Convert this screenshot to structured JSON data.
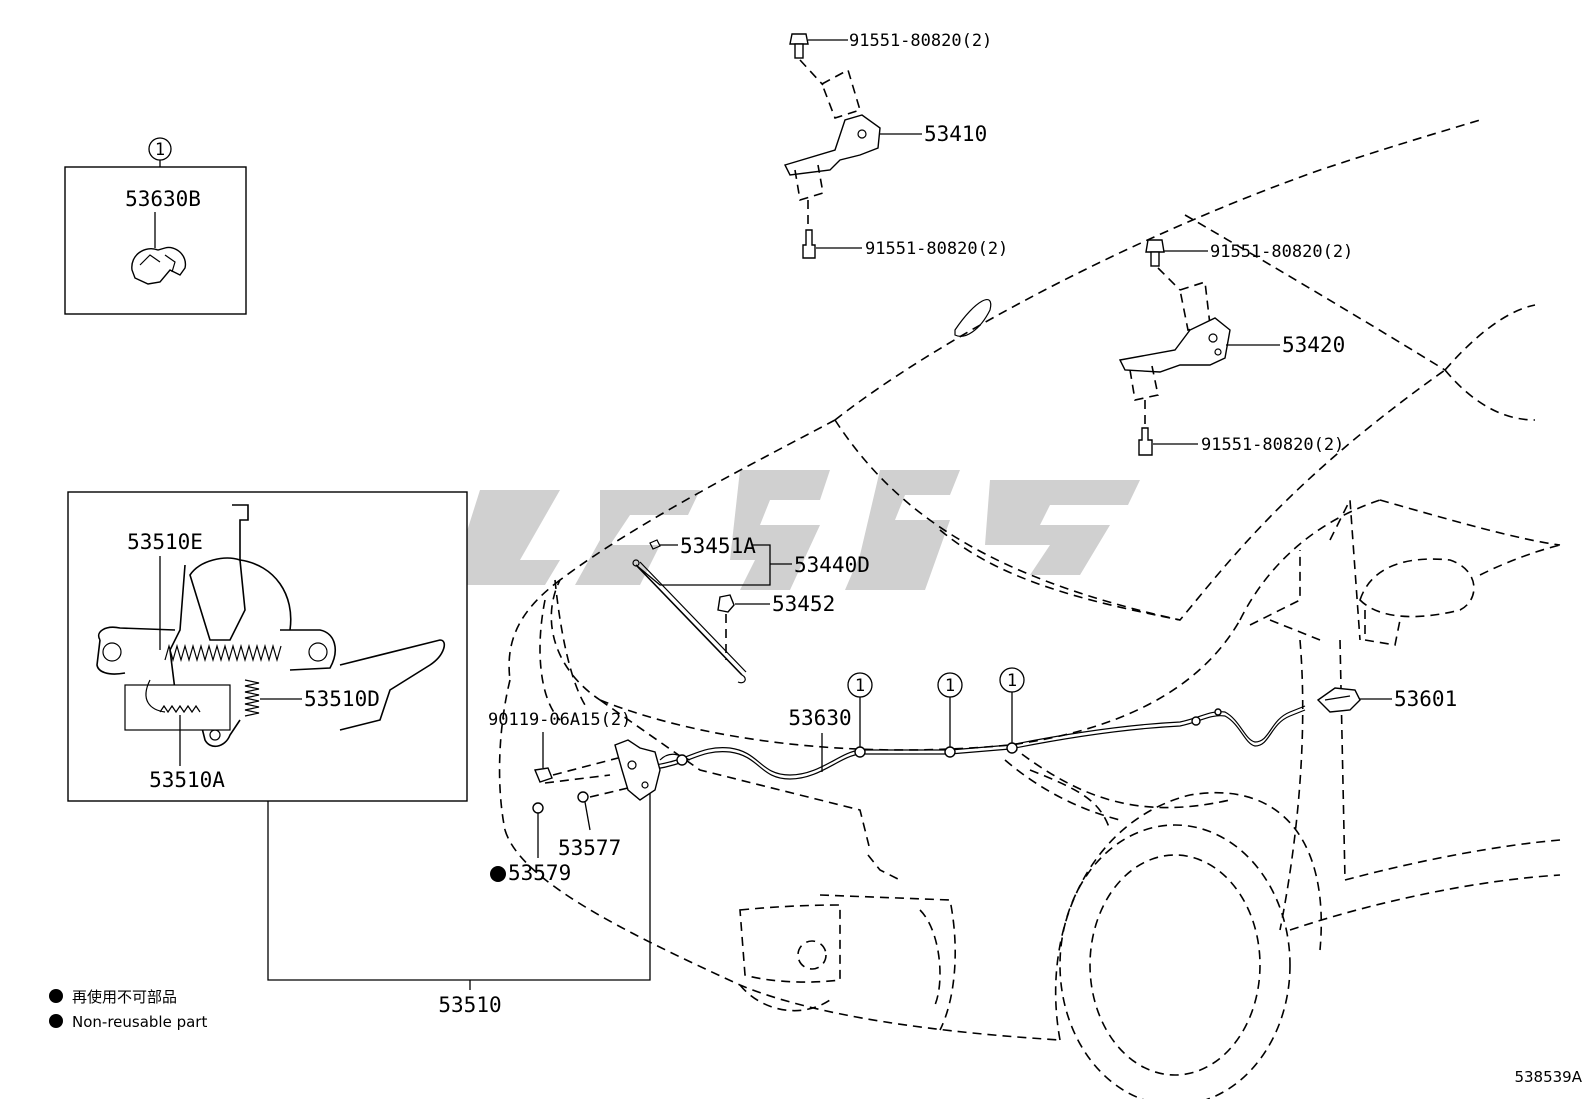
{
  "diagram_id": "538539A",
  "callout_mark": "1",
  "parts": {
    "p53630B": "53630B",
    "p53410": "53410",
    "p53420": "53420",
    "bolt_top1": "91551-80820(2)",
    "bolt_top2": "91551-80820(2)",
    "bolt_right1": "91551-80820(2)",
    "bolt_right2": "91551-80820(2)",
    "p53451A": "53451A",
    "p53440D": "53440D",
    "p53452": "53452",
    "p53630": "53630",
    "p53601": "53601",
    "p90119": "90119-06A15(2)",
    "p53577": "53577",
    "p53579": "53579",
    "p53510": "53510",
    "p53510E": "53510E",
    "p53510D": "53510D",
    "p53510A": "53510A"
  },
  "legend": {
    "jp": "再使用不可部品",
    "en": "Non-reusable part"
  },
  "watermark_color": "#c8c8c8"
}
